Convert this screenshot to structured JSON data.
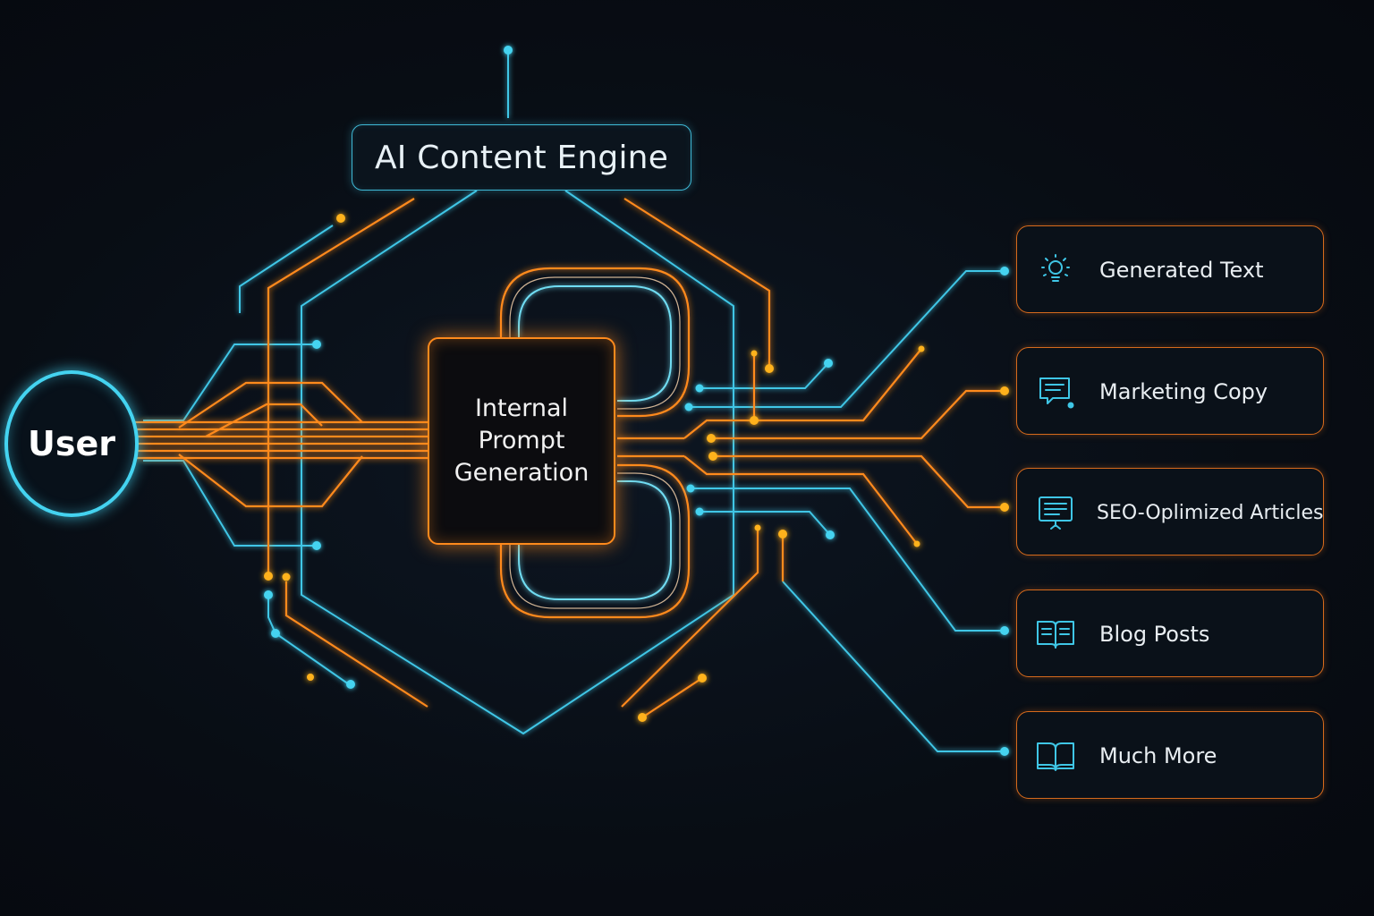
{
  "diagram": {
    "title": "AI Content Engine",
    "input_node": {
      "label": "User"
    },
    "core_node": {
      "label_lines": [
        "Internal",
        "Prompt",
        "Generation"
      ]
    },
    "outputs": [
      {
        "label": "Generated Text",
        "icon": "lightbulb-icon"
      },
      {
        "label": "Marketing Copy",
        "icon": "chat-bubble-icon"
      },
      {
        "label": "SEO-Oplimized Articles",
        "icon": "presentation-board-icon"
      },
      {
        "label": "Blog Posts",
        "icon": "open-book-lines-icon"
      },
      {
        "label": "Much More",
        "icon": "open-book-icon"
      }
    ],
    "colors": {
      "background": "#080d14",
      "cyan": "#3fc6e6",
      "orange": "#ff8a1c",
      "amber": "#ffb21a",
      "text": "#e9eef2"
    }
  }
}
